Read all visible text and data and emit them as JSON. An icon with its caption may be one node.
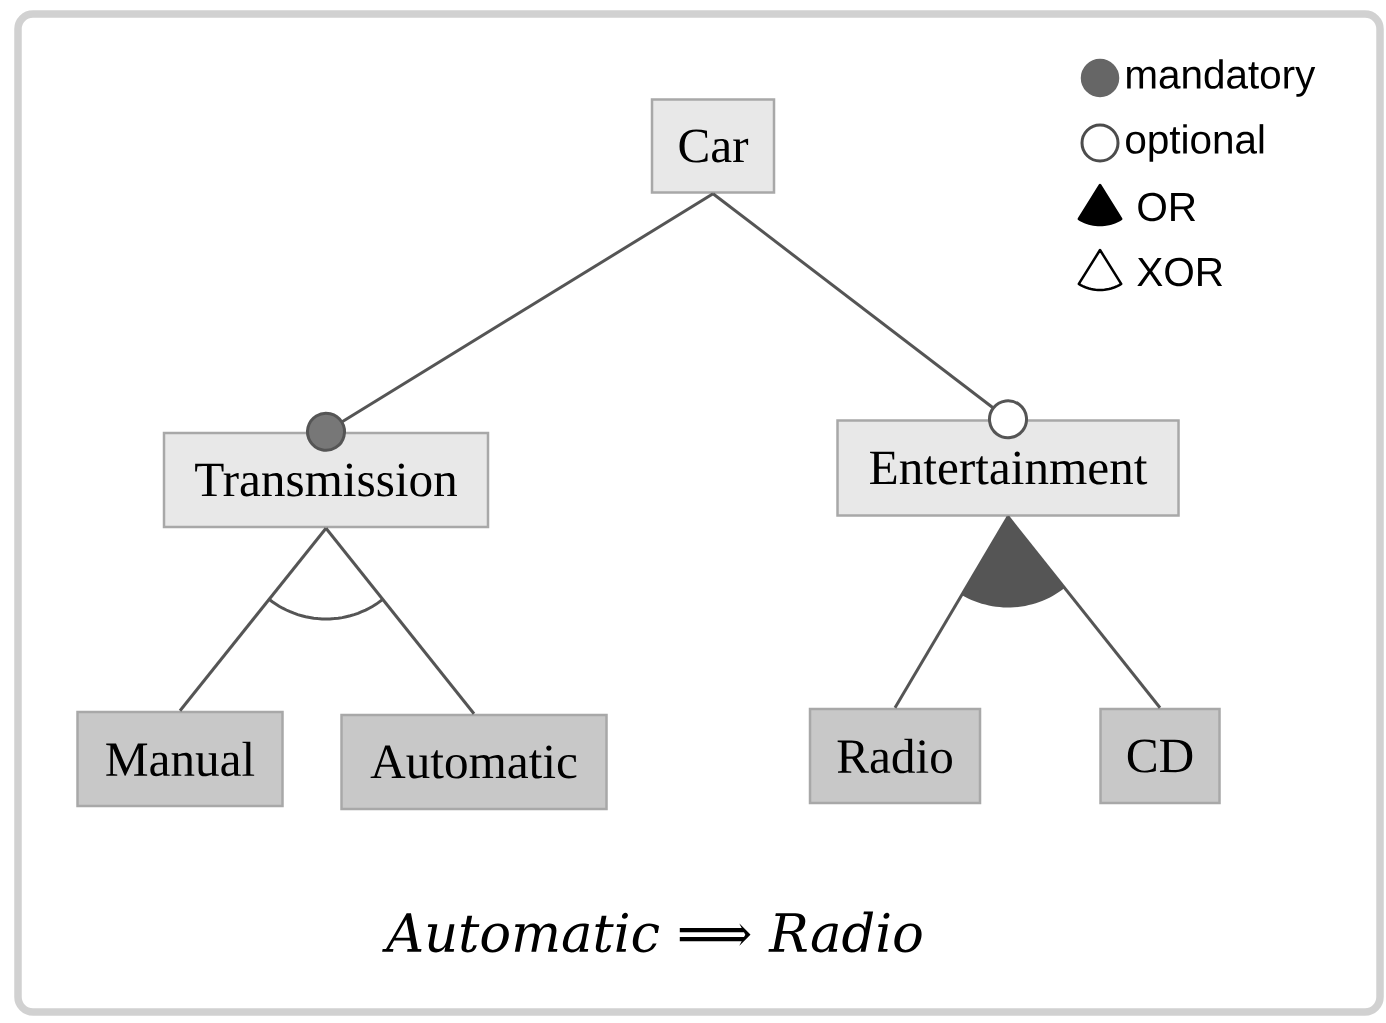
{
  "diagram": {
    "nodes": [
      {
        "text": [
          "Car"
        ]
      },
      {
        "text": [
          "Transmission"
        ]
      },
      {
        "text": [
          "Entertainment"
        ]
      },
      {
        "text": [
          "Manual"
        ]
      },
      {
        "text": [
          "Automatic"
        ]
      },
      {
        "text": [
          "Radio"
        ]
      },
      {
        "text": [
          "CD"
        ]
      }
    ],
    "edges": [
      {
        "from": 0,
        "to": 1,
        "arrow": "other"
      },
      {
        "from": 0,
        "to": 2,
        "arrow": "other"
      },
      {
        "from": 1,
        "to": 3,
        "arrow": "none"
      },
      {
        "from": 1,
        "to": 4,
        "arrow": "none"
      },
      {
        "from": 2,
        "to": 5,
        "arrow": "none"
      },
      {
        "from": 2,
        "to": 6,
        "arrow": "none"
      }
    ],
    "labels": [
      "Automatic ⟹ Radio"
    ],
    "legend": [
      {
        "text": "mandatory"
      },
      {
        "text": "optional"
      },
      {
        "text": "OR"
      },
      {
        "text": "XOR"
      }
    ]
  }
}
